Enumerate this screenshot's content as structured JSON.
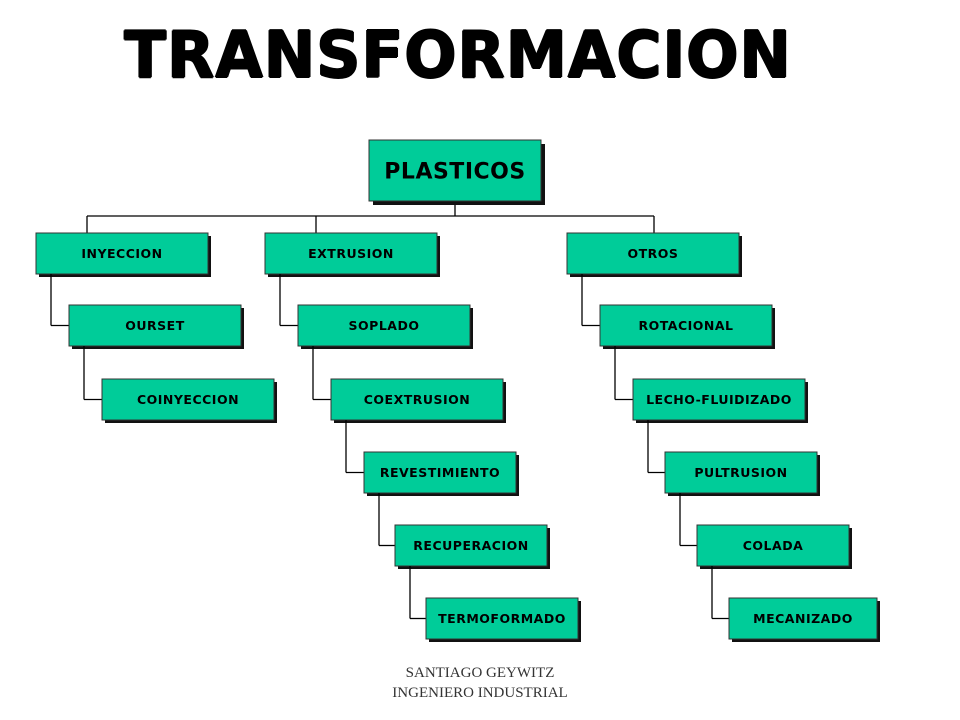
{
  "title": "TRANSFORMACION",
  "colors": {
    "box_fill": "#00cc99",
    "box_stroke": "#333333",
    "shadow": "#111111",
    "connector": "#000000"
  },
  "root": {
    "label": "PLASTICOS"
  },
  "branches": [
    {
      "label": "INYECCION",
      "children": [
        "OURSET",
        "COINYECCION"
      ]
    },
    {
      "label": "EXTRUSION",
      "children": [
        "SOPLADO",
        "COEXTRUSION",
        "REVESTIMIENTO",
        "RECUPERACION",
        "TERMOFORMADO"
      ]
    },
    {
      "label": "OTROS",
      "children": [
        "ROTACIONAL",
        "LECHO-FLUIDIZADO",
        "PULTRUSION",
        "COLADA",
        "MECANIZADO"
      ]
    }
  ],
  "footer": {
    "line1": "SANTIAGO GEYWITZ",
    "line2": "INGENIERO INDUSTRIAL"
  }
}
